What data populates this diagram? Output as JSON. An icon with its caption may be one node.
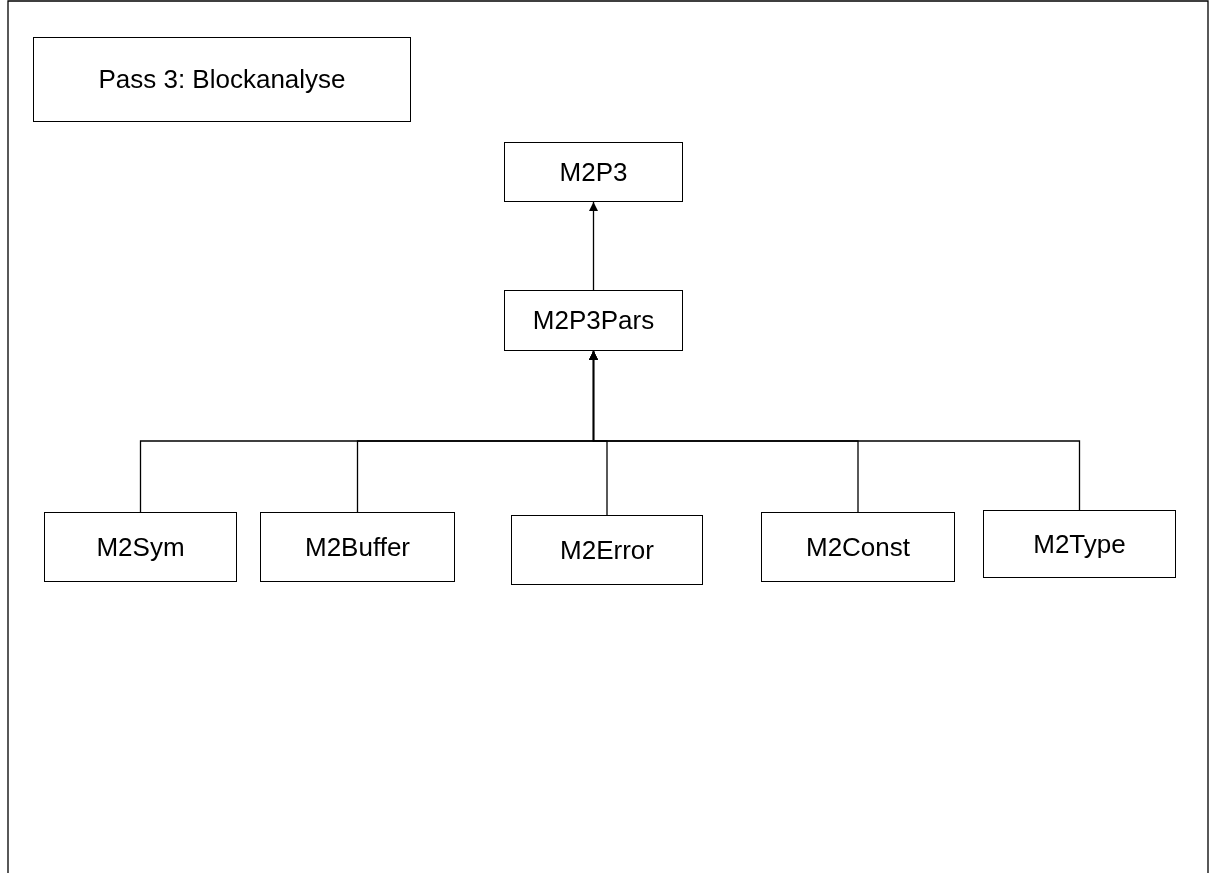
{
  "diagram": {
    "nodes": [
      {
        "text": [
          "Pass 3: Blockanalyse"
        ]
      },
      {
        "text": [
          "M2P3"
        ]
      },
      {
        "text": [
          "M2P3Pars"
        ]
      },
      {
        "text": [
          "M2Sym"
        ]
      },
      {
        "text": [
          "M2Buffer"
        ]
      },
      {
        "text": [
          "M2Error"
        ]
      },
      {
        "text": [
          "M2Const"
        ]
      },
      {
        "text": [
          "M2Type"
        ]
      }
    ],
    "edges": [
      {
        "from": 2,
        "to": 1,
        "arrow": "to"
      },
      {
        "from": 3,
        "to": 2,
        "arrow": "to"
      },
      {
        "from": 4,
        "to": 2,
        "arrow": "to"
      },
      {
        "from": 5,
        "to": 2,
        "arrow": "to"
      },
      {
        "from": 6,
        "to": 2,
        "arrow": "to"
      },
      {
        "from": 7,
        "to": 2,
        "arrow": "to"
      }
    ]
  }
}
